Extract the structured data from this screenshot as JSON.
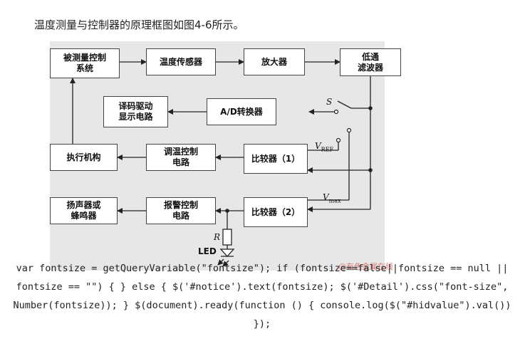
{
  "intro_text": "温度测量与控制器的原理框图如图4-6所示。",
  "blocks": {
    "controlled_system": "被测量控制\n系统",
    "temp_sensor": "温度传感器",
    "amplifier": "放大器",
    "lowpass_filter": "低通\n滤波器",
    "decoder_driver": "译码驱动\n显示电路",
    "ad_converter": "A/D转换器",
    "actuator": "执行机构",
    "temp_control": "调温控制\n电路",
    "comparator1": "比较器（1）",
    "speaker": "扬声器或\n蜂鸣器",
    "alarm_control": "报警控制\n电路",
    "comparator2": "比较器（2）"
  },
  "labels": {
    "switch": "S",
    "vref": "V",
    "vref_sub": "REF",
    "vmax": "V",
    "vmax_sub": "max",
    "resistor": "R",
    "led": "LED"
  },
  "watermark": "@有色金属在线",
  "code_text": "var fontsize = getQueryVariable(\"fontsize\"); if (fontsize==false||fontsize == null || fontsize == \"\") { } else { $('#notice').text(fontsize); $('#Detail').css(\"font-size\", Number(fontsize)); } $(document).ready(function () { console.log($(\"#hidvalue\").val()) });"
}
